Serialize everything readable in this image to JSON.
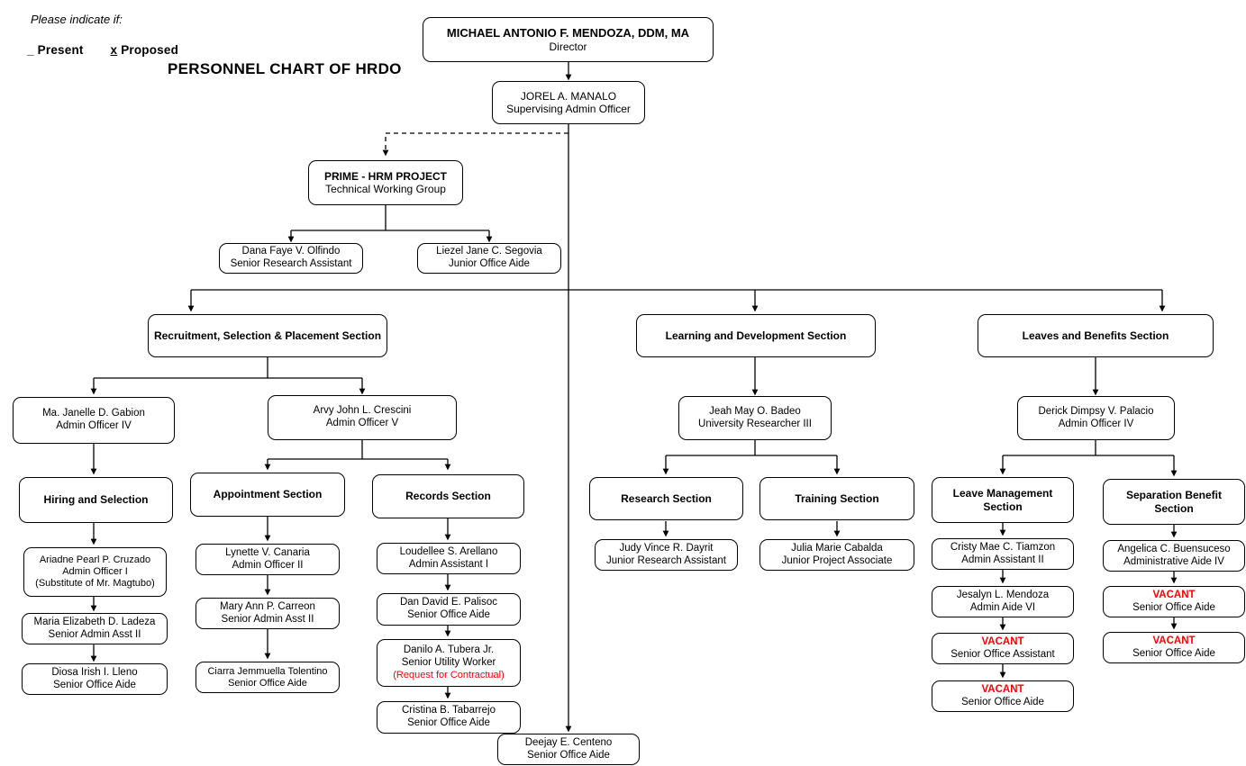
{
  "legend": {
    "please_indicate": "Please indicate if:",
    "present_mark": "_",
    "present_label": "Present",
    "proposed_mark": "x",
    "proposed_label": "Proposed"
  },
  "title": "PERSONNEL CHART  OF HRDO",
  "colors": {
    "vacant": "#ff0000",
    "box_border": "#000000",
    "text": "#000000"
  },
  "nodes": {
    "director": {
      "name": "MICHAEL ANTONIO F. MENDOZA, DDM, MA",
      "position": "Director"
    },
    "supervising": {
      "name": "JOREL A. MANALO",
      "position": "Supervising Admin Officer"
    },
    "prime_hrm": {
      "name": "PRIME - HRM PROJECT",
      "position": "Technical Working Group"
    },
    "olfindo": {
      "name": "Dana Faye V. Olfindo",
      "position": "Senior Research Assistant"
    },
    "segovia": {
      "name": "Liezel Jane C. Segovia",
      "position": "Junior Office Aide"
    },
    "rsp_section": {
      "name": "Recruitment, Selection & Placement Section"
    },
    "gabion": {
      "name": "Ma. Janelle D. Gabion",
      "position": "Admin Officer IV"
    },
    "crescini": {
      "name": "Arvy John L. Crescini",
      "position": "Admin Officer V"
    },
    "hiring_selection": {
      "name": "Hiring and Selection"
    },
    "cruzado": {
      "name": "Ariadne Pearl P. Cruzado",
      "position": "Admin Officer I",
      "note": "(Substitute of Mr. Magtubo)"
    },
    "ladeza": {
      "name": "Maria Elizabeth D. Ladeza",
      "position": "Senior Admin Asst II"
    },
    "lleno": {
      "name": "Diosa Irish I. Lleno",
      "position": "Senior Office Aide"
    },
    "appointment_section": {
      "name": "Appointment Section"
    },
    "canaria": {
      "name": "Lynette V. Canaria",
      "position": "Admin Officer II"
    },
    "carreon": {
      "name": "Mary Ann P. Carreon",
      "position": "Senior Admin Asst II"
    },
    "tolentino": {
      "name": "Ciarra Jemmuella Tolentino",
      "position": "Senior Office Aide"
    },
    "records_section": {
      "name": "Records Section"
    },
    "arellano": {
      "name": "Loudellee S. Arellano",
      "position": "Admin Assistant I"
    },
    "palisoc": {
      "name": "Dan David E. Palisoc",
      "position": "Senior Office Aide"
    },
    "tubera": {
      "name": "Danilo A. Tubera Jr.",
      "position": "Senior Utility Worker",
      "note": "(Request for Contractual)"
    },
    "tabarrejo": {
      "name": "Cristina B. Tabarrejo",
      "position": "Senior Office Aide"
    },
    "ld_section": {
      "name": "Learning and Development Section"
    },
    "badeo": {
      "name": "Jeah May O. Badeo",
      "position": "University Researcher III"
    },
    "research_section": {
      "name": "Research Section"
    },
    "dayrit": {
      "name": "Judy Vince R. Dayrit",
      "position": "Junior Research Assistant"
    },
    "training_section": {
      "name": "Training Section"
    },
    "cabalda": {
      "name": "Julia Marie Cabalda",
      "position": "Junior Project Associate"
    },
    "lb_section": {
      "name": "Leaves and Benefits Section"
    },
    "palacio": {
      "name": "Derick Dimpsy V. Palacio",
      "position": "Admin Officer IV"
    },
    "leave_mgmt_section": {
      "name_line1": "Leave Management",
      "name_line2": "Section"
    },
    "tiamzon": {
      "name": "Cristy Mae C. Tiamzon",
      "position": "Admin Assistant II"
    },
    "mendoza_j": {
      "name": "Jesalyn L. Mendoza",
      "position": "Admin Aide VI"
    },
    "vacant_soa_assistant": {
      "name": "VACANT",
      "position": "Senior Office Assistant"
    },
    "vacant_soa_leave": {
      "name": "VACANT",
      "position": "Senior Office Aide"
    },
    "separation_section": {
      "name_line1": "Separation Benefit",
      "name_line2": "Section"
    },
    "buensuceso": {
      "name": "Angelica C. Buensuceso",
      "position": "Administrative Aide IV"
    },
    "vacant_sep_1": {
      "name": "VACANT",
      "position": "Senior Office Aide"
    },
    "vacant_sep_2": {
      "name": "VACANT",
      "position": "Senior Office Aide"
    },
    "centeno": {
      "name": "Deejay E. Centeno",
      "position": "Senior Office Aide"
    }
  }
}
